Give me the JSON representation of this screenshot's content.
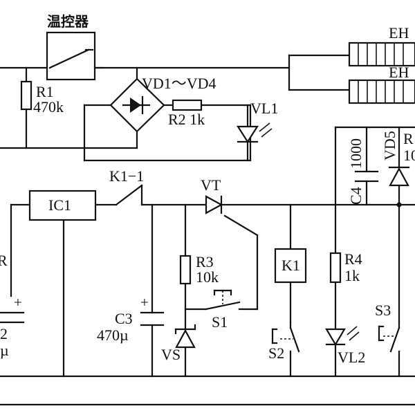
{
  "labels": {
    "thermostat": "温控器",
    "r1_name": "R1",
    "r1_value": "470k",
    "bridge": "VD1～VD4",
    "r2": "R2 1k",
    "vl1": "VL1",
    "eh_top": "EH",
    "eh_bottom": "EH",
    "k1_contact": "K1−1",
    "vt": "VT",
    "ic1": "IC1",
    "r3_name": "R3",
    "r3_value": "10k",
    "s1": "S1",
    "c3_name": "C3",
    "c3_value": "470µ",
    "vs": "VS",
    "k1_relay": "K1",
    "r4_name": "R4",
    "r4_value": "1k",
    "s2": "S2",
    "vl2": "VL2",
    "s3": "S3",
    "c4_name": "C4",
    "c4_value": "1000",
    "vd5": "VD5",
    "right_cut_r": "R",
    "right_cut_val": "10",
    "left_cut_r": "R",
    "left_cut_2": "2",
    "left_cut_mu": "µ",
    "plus": "+"
  }
}
